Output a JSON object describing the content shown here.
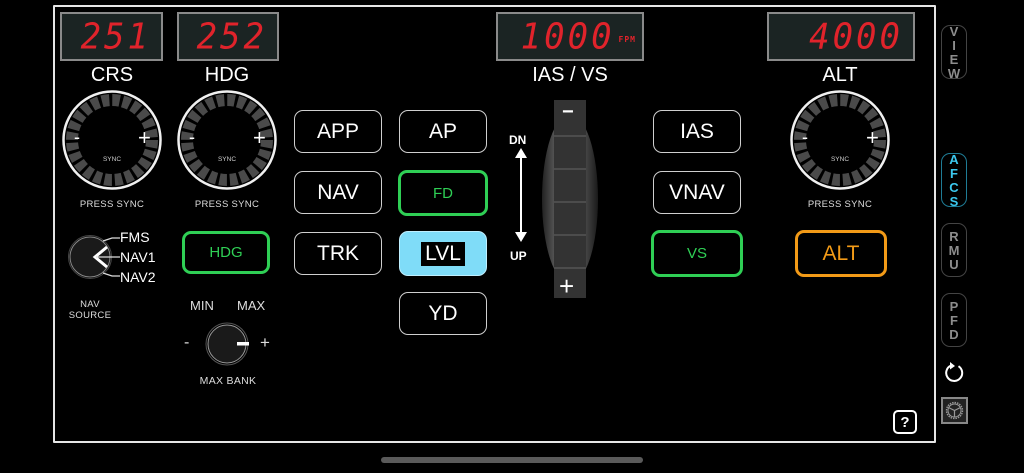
{
  "displays": {
    "crs": {
      "value": "251",
      "label": "CRS"
    },
    "hdg": {
      "value": "252",
      "label": "HDG"
    },
    "vs": {
      "value": "1000",
      "unit": "FPM",
      "label": "IAS / VS"
    },
    "alt": {
      "value": "4000",
      "label": "ALT"
    }
  },
  "knobs": {
    "minus": "-",
    "plus": "+",
    "sync": "SYNC",
    "press_sync": "PRESS SYNC"
  },
  "nav_source": {
    "options": [
      "FMS",
      "NAV1",
      "NAV2"
    ],
    "selected": "NAV1",
    "label_line1": "NAV",
    "label_line2": "SOURCE"
  },
  "max_bank": {
    "min_label": "MIN",
    "max_label": "MAX",
    "minus": "-",
    "plus": "+",
    "label": "MAX BANK",
    "selected": "MAX"
  },
  "buttons": {
    "hdg": {
      "label": "HDG",
      "state": "active-green"
    },
    "app": {
      "label": "APP"
    },
    "nav": {
      "label": "NAV"
    },
    "trk": {
      "label": "TRK"
    },
    "ap": {
      "label": "AP"
    },
    "fd": {
      "label": "FD",
      "state": "active-green"
    },
    "lvl": {
      "label": "LVL",
      "state": "selected-blue"
    },
    "yd": {
      "label": "YD"
    },
    "ias": {
      "label": "IAS"
    },
    "vnav": {
      "label": "VNAV"
    },
    "vs": {
      "label": "VS",
      "state": "active-green"
    },
    "alt": {
      "label": "ALT",
      "state": "armed-orange"
    }
  },
  "wheel": {
    "dn": "DN",
    "up": "UP",
    "minus": "−",
    "plus": "+"
  },
  "help": {
    "label": "?"
  },
  "sidebar": {
    "items": [
      {
        "label": "VIEW",
        "active": false
      },
      {
        "label": "AFCS",
        "active": true
      },
      {
        "label": "RMU",
        "active": false
      },
      {
        "label": "PFD",
        "active": false
      }
    ],
    "refresh_icon": "refresh-icon",
    "settings_icon": "steering-gear-icon"
  },
  "colors": {
    "lcd_red": "#e0232b",
    "active_green": "#2fcf55",
    "armed_orange": "#f29a17",
    "selected_blue": "#7fdcf8",
    "side_active": "#3bc8ee"
  }
}
